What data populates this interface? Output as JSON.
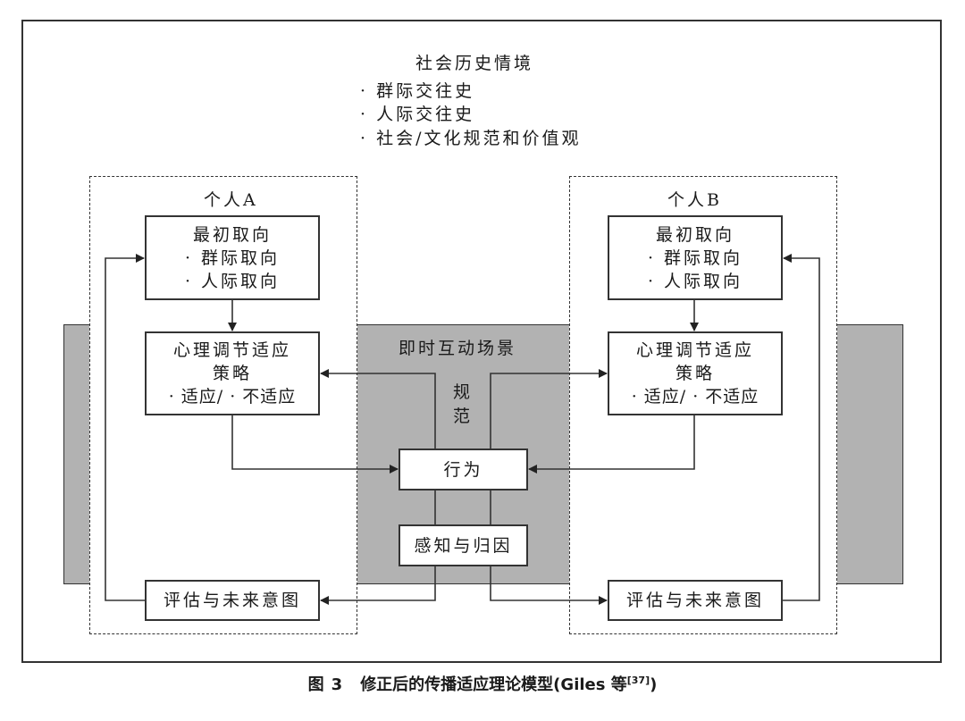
{
  "context": {
    "title": "社会历史情境",
    "items": [
      "· 群际交往史",
      "· 人际交往史",
      "· 社会/文化规范和价值观"
    ]
  },
  "interaction_scene": {
    "title": "即时互动场景",
    "norms_label_1": "规",
    "norms_label_2": "范",
    "behavior": "行为",
    "perception": "感知与归因"
  },
  "person_a": {
    "label": "个人A",
    "initial_orientation": {
      "title": "最初取向",
      "items": [
        "· 群际取向",
        "· 人际取向"
      ]
    },
    "adjustment": {
      "title": "心理调节适应",
      "subtitle": "策略",
      "items": "· 适应/ · 不适应"
    },
    "evaluation": "评估与未来意图"
  },
  "person_b": {
    "label": "个人B",
    "initial_orientation": {
      "title": "最初取向",
      "items": [
        "· 群际取向",
        "· 人际取向"
      ]
    },
    "adjustment": {
      "title": "心理调节适应",
      "subtitle": "策略",
      "items": "· 适应/ · 不适应"
    },
    "evaluation": "评估与未来意图"
  },
  "caption": {
    "figure": "图",
    "number": "3",
    "text": "修正后的传播适应理论模型(",
    "author": "Giles 等",
    "ref": "[37]",
    "close": ")"
  },
  "colors": {
    "scene_fill": "#b2b2b2",
    "line": "#333333"
  }
}
